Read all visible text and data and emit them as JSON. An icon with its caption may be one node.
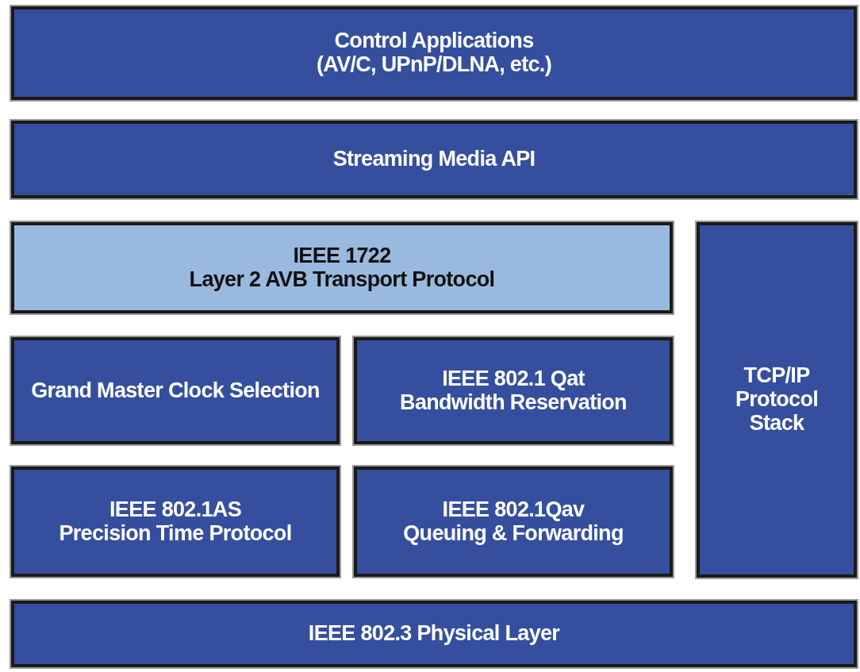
{
  "diagram": {
    "nodes": [
      {
        "text": [
          "Control Applications",
          "(AV/C, UPnP/DLNA, etc.)"
        ]
      },
      {
        "text": [
          "Streaming Media API"
        ]
      },
      {
        "text": [
          "IEEE 1722",
          "Layer 2 AVB Transport Protocol"
        ]
      },
      {
        "text": [
          "TCP/IP Protocol Stack"
        ]
      },
      {
        "text": [
          "Grand Master Clock Selection"
        ]
      },
      {
        "text": [
          "IEEE 802.1 Qat",
          "Bandwidth Reservation"
        ]
      },
      {
        "text": [
          "IEEE 802.1AS",
          "Precision Time Protocol"
        ]
      },
      {
        "text": [
          "IEEE 802.1Qav",
          "Queuing & Forwarding"
        ]
      },
      {
        "text": [
          "IEEE 802.3 Physical Layer"
        ]
      }
    ],
    "edges": []
  }
}
